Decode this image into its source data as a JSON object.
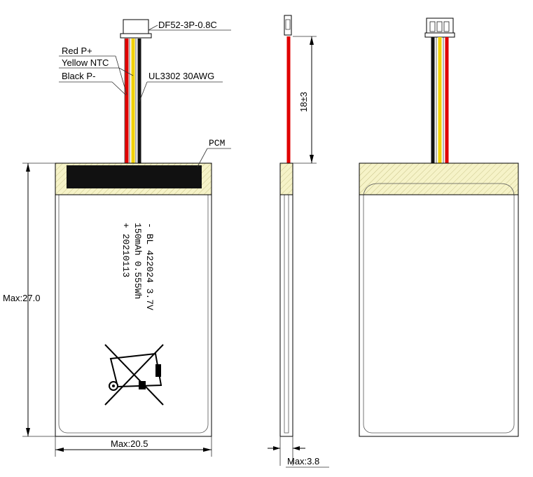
{
  "callouts": {
    "connector": "DF52-3P-0.8C",
    "red_wire": "Red P+",
    "yellow_wire": "Yellow NTC",
    "black_wire": "Black P-",
    "wire_spec": "UL3302 30AWG",
    "pcm": "PCM"
  },
  "dimensions": {
    "height": "Max:27.0",
    "width": "Max:20.5",
    "thickness": "Max:3.8",
    "lead_length": "18±3"
  },
  "cell_label": {
    "line1": "- BL 422024 3.7V",
    "line2": "150mAh 0.555Wh",
    "line3": "+ 20210113"
  },
  "icons": {
    "disposal": "crossed-out-bin-icon"
  },
  "colors": {
    "wire_red": "#e00000",
    "wire_yellow": "#f0d000",
    "wire_black": "#000000",
    "pcm_fill": "#f6f3c8",
    "pcm_chip": "#111111"
  }
}
